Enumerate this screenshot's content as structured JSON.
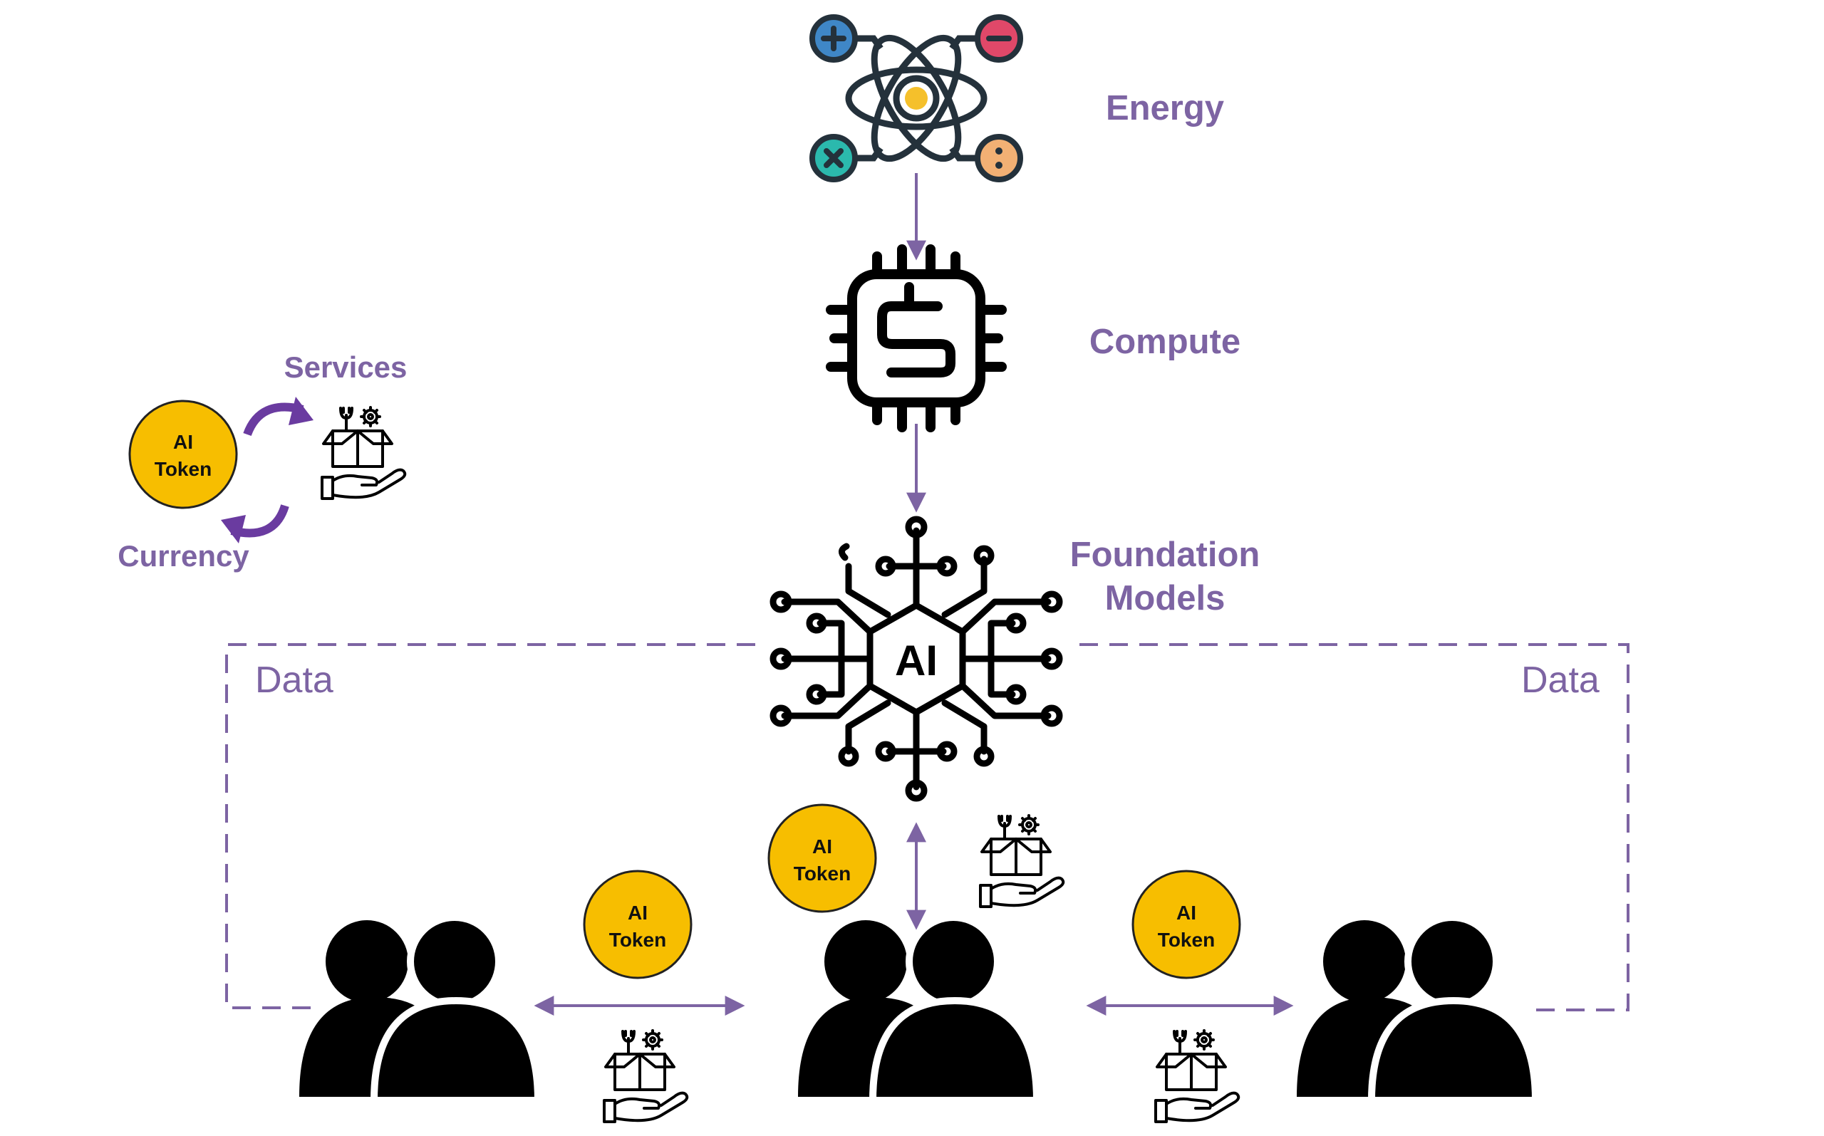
{
  "labels": {
    "energy": "Energy",
    "compute": "Compute",
    "foundation_models": "Foundation\nModels",
    "services": "Services",
    "currency": "Currency",
    "data_left": "Data",
    "data_right": "Data"
  },
  "token": {
    "line1": "AI",
    "line2": "Token"
  },
  "chip_text": "AI",
  "colors": {
    "accent_purple": "#7d64a3",
    "cycle_arrow": "#6a3ba0",
    "token_gold": "#f7be00",
    "icon_dark": "#24313b",
    "plus_blue": "#3f87c7",
    "minus_red": "#e04869",
    "times_teal": "#2bb9ad",
    "divide_orange": "#f2b074",
    "nucleus_yellow": "#f5c02b"
  },
  "icons": [
    "atom-icon",
    "cpu-chip-icon",
    "ai-neural-network-icon",
    "users-group-icon",
    "service-hand-icon",
    "cycle-arrow-icon"
  ]
}
